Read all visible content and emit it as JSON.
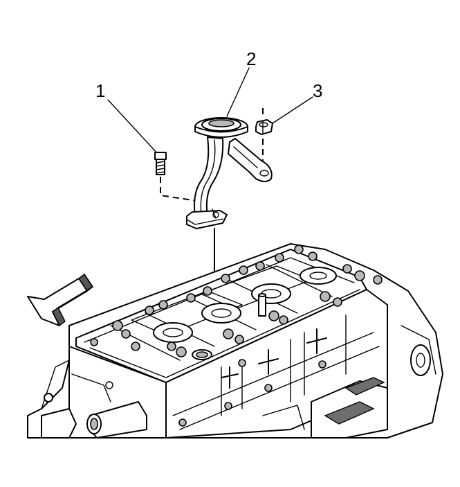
{
  "callouts": [
    {
      "id": "1",
      "label": "1"
    },
    {
      "id": "2",
      "label": "2"
    },
    {
      "id": "3",
      "label": "3"
    }
  ],
  "colors": {
    "line": "#000000",
    "background": "#ffffff",
    "shade": "#b8b8b8",
    "dark_shade": "#6e6e6e"
  },
  "icons": {
    "direction_arrow": "front-direction-arrow-icon"
  }
}
